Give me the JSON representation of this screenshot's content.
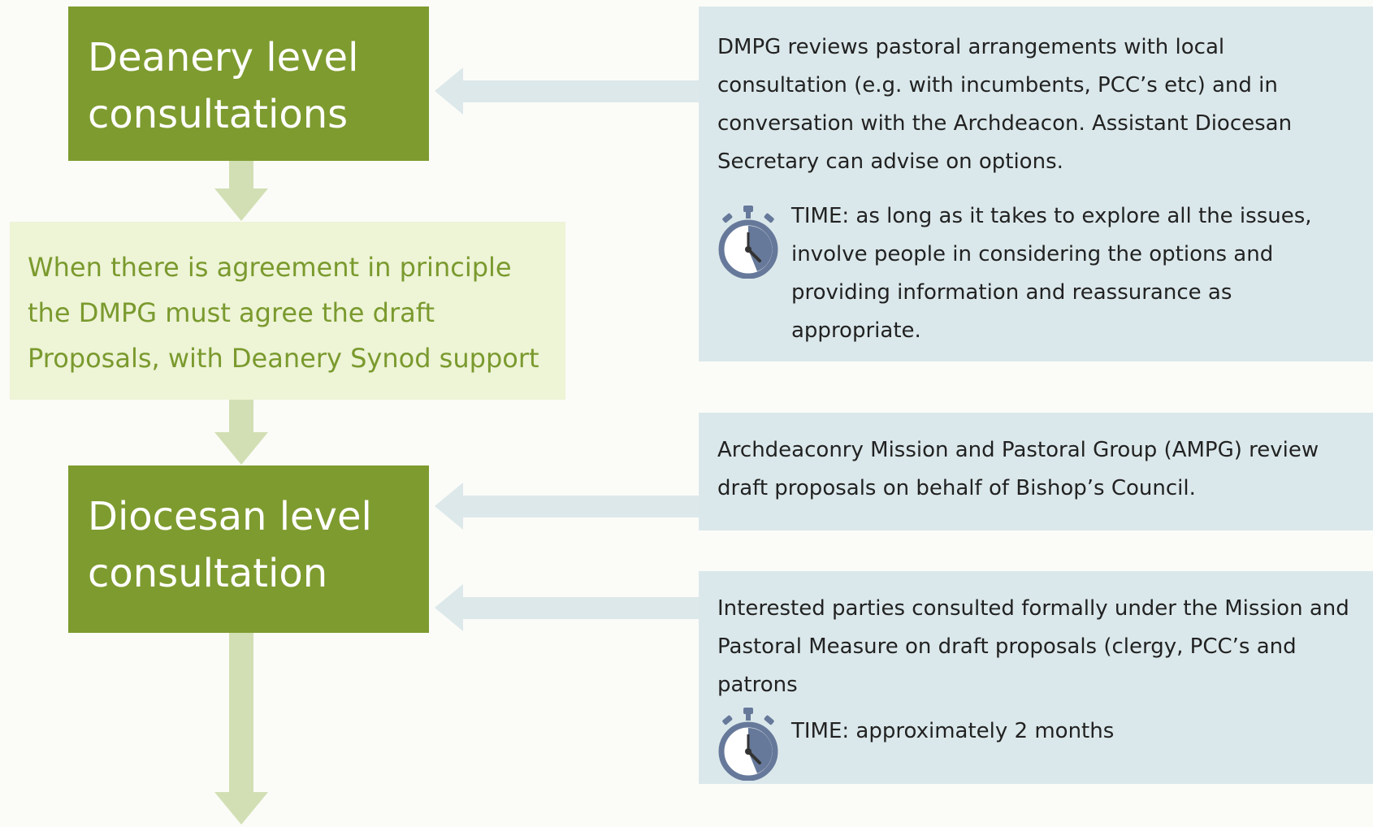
{
  "flowchart": {
    "steps": {
      "deanery_title": "Deanery level\nconsultations",
      "agreement_text": "When there is agreement in principle\nthe DMPG must agree the draft\nProposals, with Deanery Synod support",
      "diocesan_title": "Diocesan level\nconsultation"
    },
    "notes": {
      "dmpg_review": "DMPG reviews pastoral arrangements with local\nconsultation (e.g. with incumbents, PCC’s etc) and in\nconversation with the Archdeacon. Assistant Diocesan\nSecretary can advise on options.",
      "dmpg_time": "TIME: as long as it takes to explore all the issues,\ninvolve people in considering the options and\nproviding information and reassurance as\nappropriate.",
      "ampg_review": "Archdeaconry Mission and Pastoral Group (AMPG) review\ndraft proposals on behalf of Bishop’s Council.",
      "interested_parties": "Interested parties consulted formally under the Mission and\nPastoral Measure on draft proposals (clergy, PCC’s and\npatrons",
      "formal_time": "TIME: approximately 2 months"
    },
    "icons": {
      "timer": "stopwatch-icon",
      "connector": "arrow-icon"
    },
    "colors": {
      "step_dark_green": "#7e9b2f",
      "step_pale_green": "#eef4d6",
      "step_pale_text": "#7a9a2e",
      "note_blue": "#dbe8eb",
      "arrow": "#d2dfb4",
      "side_arrow": "#dde8ea",
      "clock_accent": "#66799a"
    }
  }
}
